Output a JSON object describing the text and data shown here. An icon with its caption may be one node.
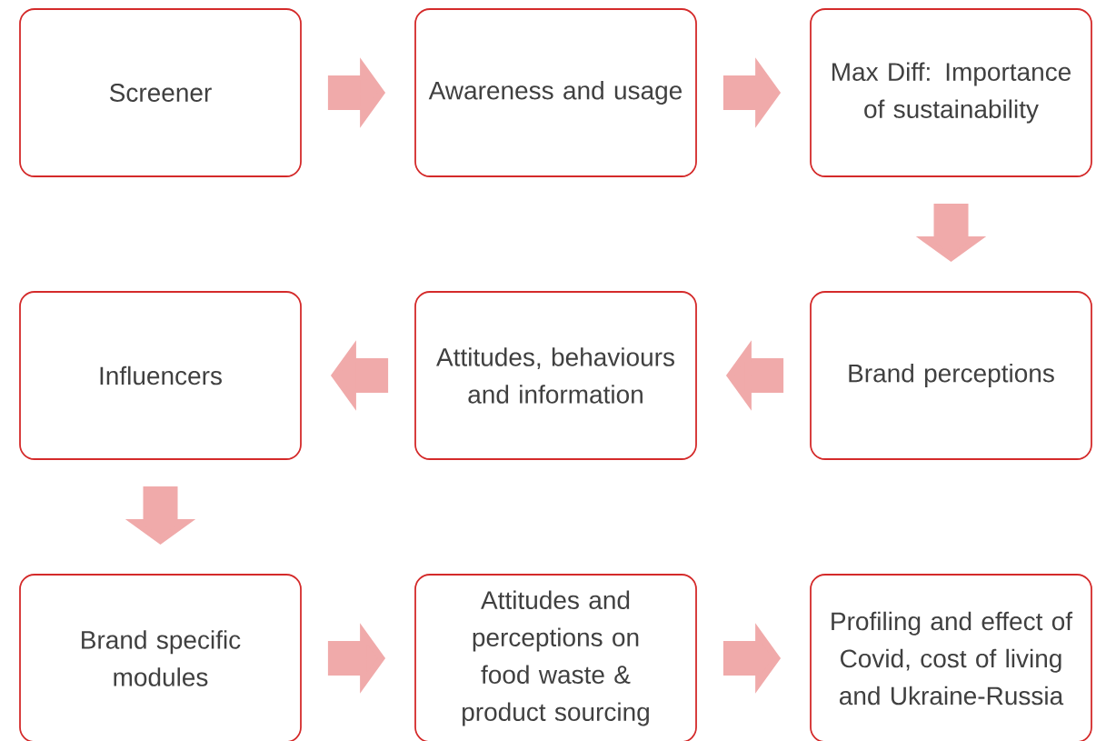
{
  "diagram": {
    "nodes": [
      {
        "text": [
          "Screener"
        ]
      },
      {
        "text": [
          "Awareness and usage"
        ]
      },
      {
        "text": [
          "Max Diff: Importance of sustainability"
        ]
      },
      {
        "text": [
          "Influencers"
        ]
      },
      {
        "text": [
          "Attitudes, behaviours and information"
        ]
      },
      {
        "text": [
          "Brand perceptions"
        ]
      },
      {
        "text": [
          "Brand specific modules"
        ]
      },
      {
        "text": [
          "Attitudes and perceptions on food waste & product sourcing"
        ]
      },
      {
        "text": [
          "Profiling and effect of Covid, cost of living and Ukraine-Russia"
        ]
      }
    ],
    "edges": [
      {
        "from": 0,
        "to": 1,
        "arrow": "to"
      },
      {
        "from": 1,
        "to": 2,
        "arrow": "to"
      },
      {
        "from": 2,
        "to": 5,
        "arrow": "to"
      },
      {
        "from": 5,
        "to": 4,
        "arrow": "to"
      },
      {
        "from": 4,
        "to": 3,
        "arrow": "to"
      },
      {
        "from": 3,
        "to": 6,
        "arrow": "to"
      },
      {
        "from": 6,
        "to": 7,
        "arrow": "to"
      },
      {
        "from": 7,
        "to": 8,
        "arrow": "to"
      }
    ]
  }
}
